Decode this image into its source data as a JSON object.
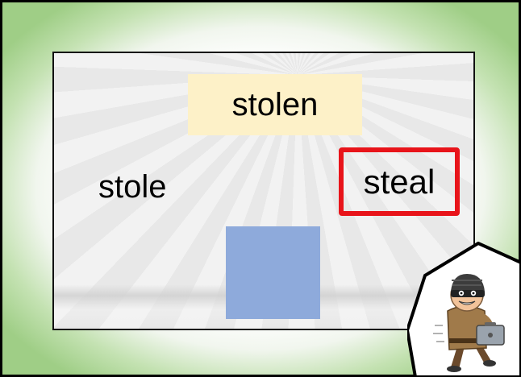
{
  "words": {
    "top": "stolen",
    "left": "stole",
    "right": "steal"
  },
  "colors": {
    "frame_border": "#000000",
    "highlight_box": "#fdf1c8",
    "selection_border": "#e8141a",
    "blue_tile": "#8eaadb",
    "glow": "#9fce86"
  },
  "icons": {
    "thief": "burglar-icon"
  }
}
